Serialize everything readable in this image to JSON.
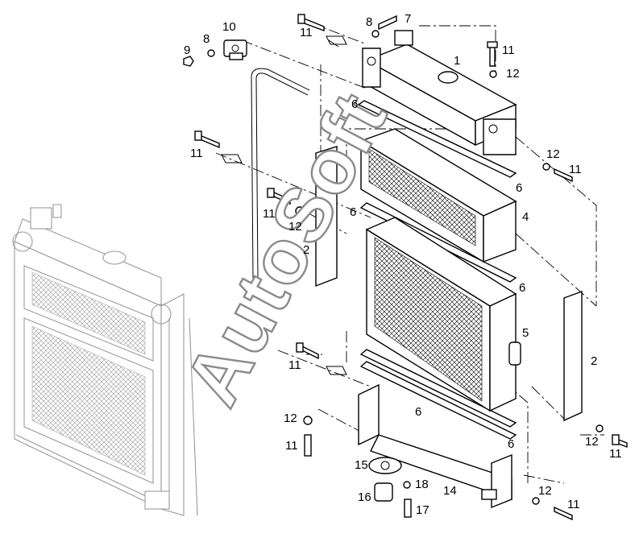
{
  "watermark": "AutoSoft",
  "callouts": {
    "c1": "1",
    "c2a": "2",
    "c2b": "2",
    "c4": "4",
    "c5": "5",
    "c6a": "6",
    "c6b": "6",
    "c6c": "6",
    "c6d": "6",
    "c6e": "6",
    "c6f": "6",
    "c7": "7",
    "c8a": "8",
    "c8b": "8",
    "c9": "9",
    "c10": "10",
    "c11a": "11",
    "c11b": "11",
    "c11c": "11",
    "c11d": "11",
    "c11e": "11",
    "c11f": "11",
    "c11g": "11",
    "c11h": "11",
    "c11i": "11",
    "c12a": "12",
    "c12b": "12",
    "c12c": "12",
    "c12d": "12",
    "c12e": "12",
    "c12f": "12",
    "c14": "14",
    "c15": "15",
    "c16": "16",
    "c17": "17",
    "c18": "18"
  }
}
